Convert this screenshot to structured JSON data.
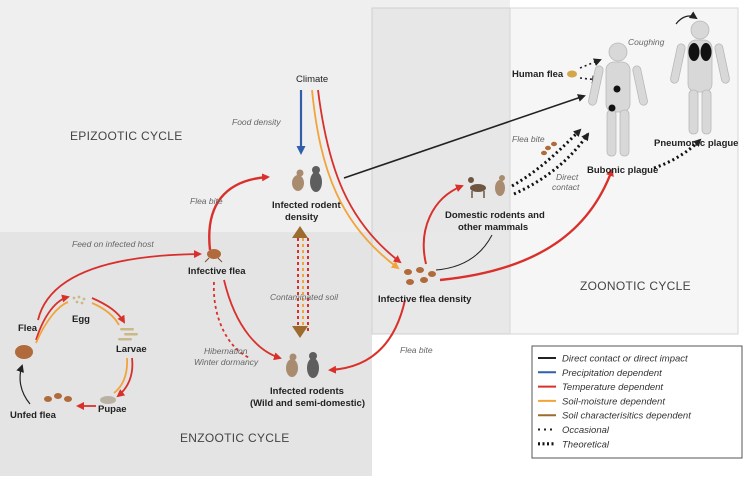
{
  "cycles": {
    "epizootic": "EPIZOOTIC CYCLE",
    "enzootic": "ENZOOTIC CYCLE",
    "zoonotic": "ZOONOTIC CYCLE"
  },
  "nodes": {
    "climate": "Climate",
    "food_density": "Food density",
    "infected_rodent_density_1": "Infected rodent",
    "infected_rodent_density_2": "density",
    "flea_bite_top": "Flea bite",
    "feed_on_host": "Feed on infected host",
    "infective_flea": "Infective flea",
    "contaminated_soil": "Contaminated soil",
    "hibernation_1": "Hibernation",
    "hibernation_2": "Winter dormancy",
    "infected_rodents_1": "Infected rodents",
    "infected_rodents_2": "(Wild and semi-domestic)",
    "flea_bite_bottom": "Flea bite",
    "infective_flea_density": "Infective flea density",
    "domestic_1": "Domestic rodents and",
    "domestic_2": "other mammals",
    "flea_bite_right": "Flea bite",
    "direct_contact_1": "Direct",
    "direct_contact_2": "contact",
    "human_flea": "Human flea",
    "coughing": "Coughing",
    "pneumonic": "Pneumonic plague",
    "bubonic": "Bubonic plague"
  },
  "lifecycle": {
    "flea": "Flea",
    "egg": "Egg",
    "larvae": "Larvae",
    "pupae": "Pupae",
    "unfed_flea": "Unfed flea"
  },
  "legend": {
    "items": [
      {
        "label": "Direct contact or direct impact",
        "color": "#222222",
        "style": "solid"
      },
      {
        "label": "Precipitation dependent",
        "color": "#2f5fa8",
        "style": "solid"
      },
      {
        "label": "Temperature dependent",
        "color": "#d9302c",
        "style": "solid"
      },
      {
        "label": "Soil-moisture dependent",
        "color": "#f2a43a",
        "style": "solid"
      },
      {
        "label": "Soil characterisitics dependent",
        "color": "#9c6b2f",
        "style": "solid"
      },
      {
        "label": "Occasional",
        "color": "#222222",
        "style": "dotted"
      },
      {
        "label": "Theoretical",
        "color": "#111111",
        "style": "bold-dotted"
      }
    ]
  },
  "colors": {
    "red": "#d9302c",
    "orange": "#f2a43a",
    "blue": "#2f5fa8",
    "brown": "#9c6b2f",
    "black": "#222222",
    "panel": "#ececec"
  }
}
